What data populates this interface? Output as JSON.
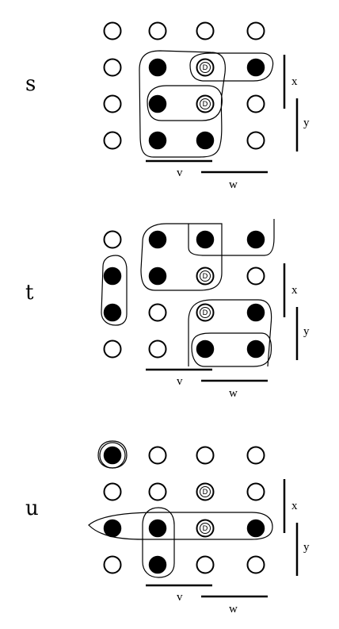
{
  "panels": [
    {
      "label": "s",
      "grid": [
        [
          "empty",
          "empty",
          "empty",
          "empty"
        ],
        [
          "empty",
          "filled",
          "D",
          "filled"
        ],
        [
          "empty",
          "filled",
          "D",
          "empty"
        ],
        [
          "empty",
          "filled",
          "filled",
          "empty"
        ]
      ],
      "bar_labels": {
        "x": "x",
        "y": "y",
        "v": "v",
        "w": "w"
      }
    },
    {
      "label": "t",
      "grid": [
        [
          "empty",
          "filled",
          "filled",
          "filled"
        ],
        [
          "filled",
          "filled",
          "D",
          "empty"
        ],
        [
          "filled",
          "empty",
          "D",
          "filled"
        ],
        [
          "empty",
          "empty",
          "filled",
          "filled"
        ]
      ],
      "bar_labels": {
        "x": "x",
        "y": "y",
        "v": "v",
        "w": "w"
      }
    },
    {
      "label": "u",
      "grid": [
        [
          "ringed",
          "empty",
          "empty",
          "empty"
        ],
        [
          "empty",
          "empty",
          "D",
          "empty"
        ],
        [
          "filled",
          "filled",
          "D",
          "filled"
        ],
        [
          "empty",
          "filled",
          "empty",
          "empty"
        ]
      ],
      "bar_labels": {
        "x": "x",
        "y": "y",
        "v": "v",
        "w": "w"
      }
    }
  ],
  "d_marker": "D"
}
